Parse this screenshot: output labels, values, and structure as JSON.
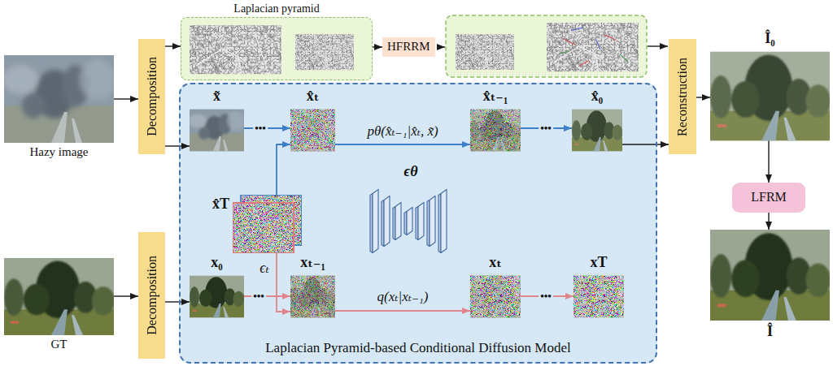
{
  "diagram": {
    "nodes": [
      {
        "text": [
          "Hazy image"
        ]
      },
      {
        "text": [
          "Decomposition"
        ]
      },
      {
        "text": [
          "Laplacian pyramid"
        ]
      },
      {
        "text": [
          "HFRRM"
        ]
      },
      {
        "text": [
          "Reconstruction"
        ]
      },
      {
        "text": [
          "Î₀"
        ]
      },
      {
        "text": [
          "GT"
        ]
      },
      {
        "text": [
          "Decomposition"
        ]
      },
      {
        "text": [
          "Laplacian Pyramid-based Conditional Diffusion Model"
        ]
      },
      {
        "text": [
          "x̃"
        ],
        "in": 8
      },
      {
        "text": [
          "x̂ₜ"
        ],
        "in": 8
      },
      {
        "text": [
          "x̂ₜ₋₁"
        ],
        "in": 8
      },
      {
        "text": [
          "x̂₀"
        ],
        "in": 8
      },
      {
        "text": [
          "x̂T"
        ],
        "in": 8
      },
      {
        "text": [
          "ϵθ"
        ],
        "in": 8
      },
      {
        "text": [
          "x₀"
        ],
        "in": 8
      },
      {
        "text": [
          "xₜ₋₁"
        ],
        "in": 8
      },
      {
        "text": [
          "xₜ"
        ],
        "in": 8
      },
      {
        "text": [
          "xT"
        ],
        "in": 8
      },
      {
        "text": [
          "LFRM"
        ]
      },
      {
        "text": [
          "Î"
        ]
      }
    ],
    "edges": [
      {
        "from": 0,
        "to": 1,
        "arrow": "to"
      },
      {
        "from": 1,
        "to": 2,
        "arrow": "to"
      },
      {
        "from": 2,
        "to": 3,
        "arrow": "to"
      },
      {
        "from": 1,
        "to": 9,
        "arrow": "to"
      },
      {
        "from": 9,
        "to": 10,
        "label": "•••",
        "arrow": "to"
      },
      {
        "from": 13,
        "to": 10,
        "arrow": "to"
      },
      {
        "from": 10,
        "to": 11,
        "label": "pθ(x̂ₜ₋₁|x̂ₜ, x̃)",
        "arrow": "to"
      },
      {
        "from": 11,
        "to": 12,
        "label": "•••",
        "arrow": "to"
      },
      {
        "from": 12,
        "to": 4,
        "arrow": "to"
      },
      {
        "from": 4,
        "to": 5,
        "arrow": "to"
      },
      {
        "from": 5,
        "to": 19,
        "arrow": "to"
      },
      {
        "from": 19,
        "to": 20,
        "arrow": "to"
      },
      {
        "from": 6,
        "to": 7,
        "arrow": "to"
      },
      {
        "from": 7,
        "to": 15,
        "arrow": "to"
      },
      {
        "from": 15,
        "to": 16,
        "label": "•••",
        "arrow": "to"
      },
      {
        "from": 13,
        "to": 16,
        "label": "ϵₜ",
        "arrow": "to"
      },
      {
        "from": 16,
        "to": 17,
        "label": "q(xₜ|xₜ₋₁)",
        "arrow": "to"
      },
      {
        "from": 17,
        "to": 18,
        "label": "•••",
        "arrow": "to"
      }
    ]
  }
}
